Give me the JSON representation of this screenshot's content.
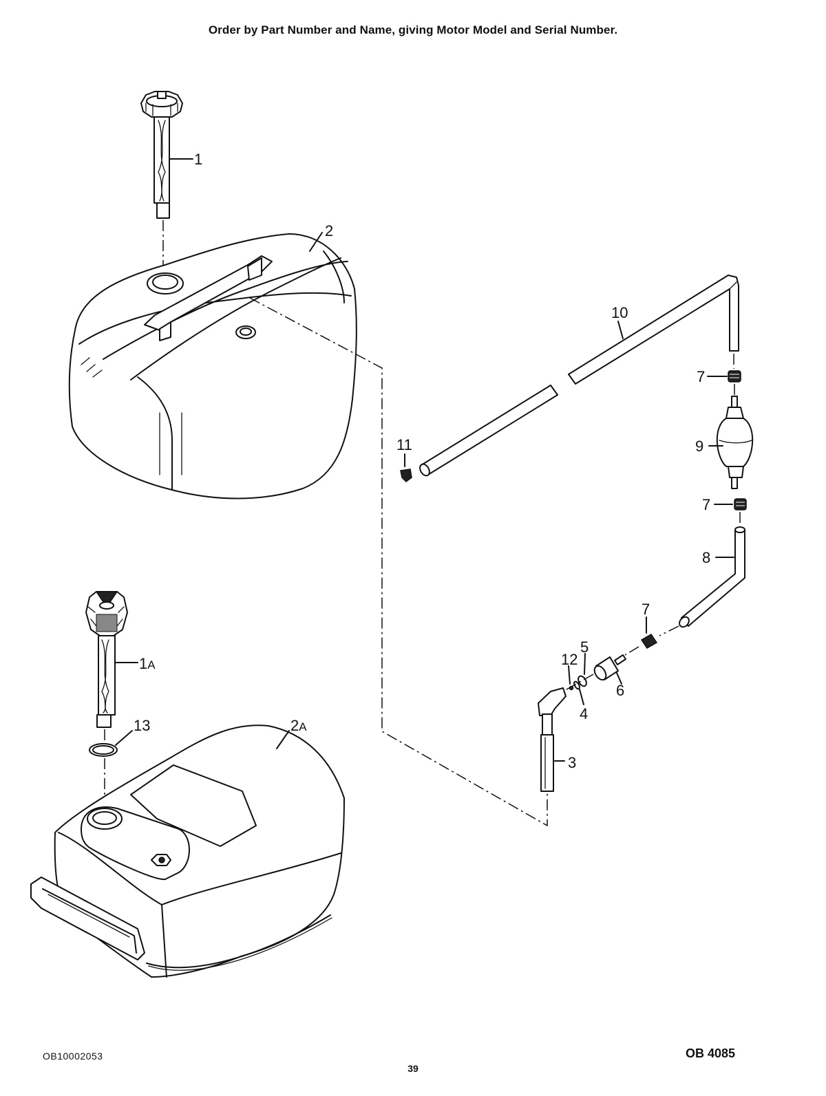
{
  "header": {
    "instruction": "Order by Part Number and Name, giving Motor Model and Serial Number."
  },
  "footer": {
    "doc_code": "OB10002053",
    "page_number": "39",
    "figure_code": "OB 4085"
  },
  "callouts": {
    "c1": "1",
    "c1a_num": "1",
    "c1a_suffix": "A",
    "c2": "2",
    "c2a_num": "2",
    "c2a_suffix": "A",
    "c3": "3",
    "c4": "4",
    "c5": "5",
    "c6": "6",
    "c7_top": "7",
    "c7_mid": "7",
    "c7_low": "7",
    "c8": "8",
    "c9": "9",
    "c10": "10",
    "c11": "11",
    "c12": "12",
    "c13": "13"
  }
}
